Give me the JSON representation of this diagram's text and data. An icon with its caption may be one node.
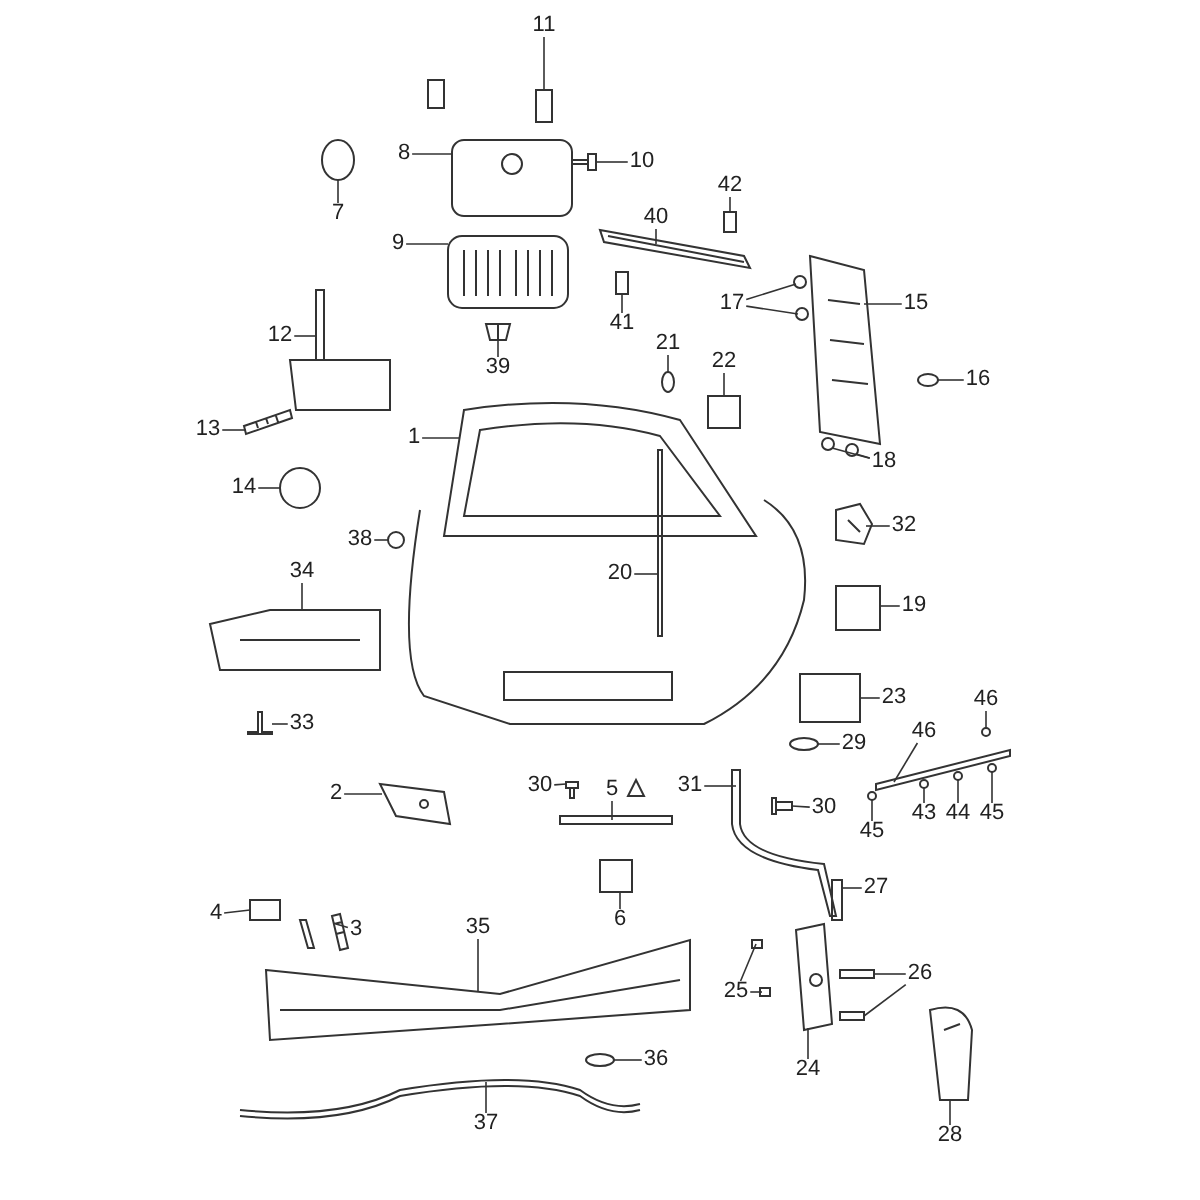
{
  "diagram": {
    "nodes": [
      {
        "text": [
          "11"
        ]
      },
      {
        "text": [
          "8"
        ]
      },
      {
        "text": [
          "10"
        ]
      },
      {
        "text": [
          "42"
        ]
      },
      {
        "text": [
          "7"
        ]
      },
      {
        "text": [
          "40"
        ]
      },
      {
        "text": [
          "9"
        ]
      },
      {
        "text": [
          "17"
        ]
      },
      {
        "text": [
          "15"
        ]
      },
      {
        "text": [
          "41"
        ]
      },
      {
        "text": [
          "12"
        ]
      },
      {
        "text": [
          "21"
        ]
      },
      {
        "text": [
          "22"
        ]
      },
      {
        "text": [
          "39"
        ]
      },
      {
        "text": [
          "16"
        ]
      },
      {
        "text": [
          "13"
        ]
      },
      {
        "text": [
          "1"
        ]
      },
      {
        "text": [
          "18"
        ]
      },
      {
        "text": [
          "14"
        ]
      },
      {
        "text": [
          "32"
        ]
      },
      {
        "text": [
          "38"
        ]
      },
      {
        "text": [
          "34"
        ]
      },
      {
        "text": [
          "20"
        ]
      },
      {
        "text": [
          "19"
        ]
      },
      {
        "text": [
          "23"
        ]
      },
      {
        "text": [
          "46"
        ]
      },
      {
        "text": [
          "33"
        ]
      },
      {
        "text": [
          "46"
        ]
      },
      {
        "text": [
          "29"
        ]
      },
      {
        "text": [
          "31"
        ]
      },
      {
        "text": [
          "30"
        ]
      },
      {
        "text": [
          "5"
        ]
      },
      {
        "text": [
          "2"
        ]
      },
      {
        "text": [
          "43"
        ]
      },
      {
        "text": [
          "44"
        ]
      },
      {
        "text": [
          "45"
        ]
      },
      {
        "text": [
          "30"
        ]
      },
      {
        "text": [
          "45"
        ]
      },
      {
        "text": [
          "27"
        ]
      },
      {
        "text": [
          "6"
        ]
      },
      {
        "text": [
          "4"
        ]
      },
      {
        "text": [
          "3"
        ]
      },
      {
        "text": [
          "35"
        ]
      },
      {
        "text": [
          "26"
        ]
      },
      {
        "text": [
          "25"
        ]
      },
      {
        "text": [
          "24"
        ]
      },
      {
        "text": [
          "36"
        ]
      },
      {
        "text": [
          "37"
        ]
      },
      {
        "text": [
          "28"
        ]
      },
      {
        "text": [],
        "shape": "box"
      },
      {
        "text": [],
        "shape": "picture"
      },
      {
        "text": [],
        "shape": "picture"
      },
      {
        "text": [],
        "shape": "box"
      },
      {
        "text": [],
        "shape": "circle"
      },
      {
        "text": [],
        "shape": "picture"
      },
      {
        "text": [],
        "shape": "picture"
      },
      {
        "text": [],
        "shape": "circle"
      },
      {
        "text": [],
        "shape": "picture"
      },
      {
        "text": [],
        "shape": "box"
      },
      {
        "text": [],
        "shape": "picture"
      },
      {
        "text": [],
        "shape": "circle"
      },
      {
        "text": [],
        "shape": "box"
      },
      {
        "text": [],
        "shape": "picture"
      },
      {
        "text": [],
        "shape": "circle"
      },
      {
        "text": [],
        "shape": "picture"
      },
      {
        "text": [],
        "shape": "picture"
      },
      {
        "text": [],
        "shape": "circle"
      },
      {
        "text": [],
        "shape": "circle"
      },
      {
        "text": [],
        "shape": "picture"
      },
      {
        "text": [],
        "shape": "circle"
      },
      {
        "text": [],
        "shape": "picture"
      },
      {
        "text": [],
        "shape": "box"
      },
      {
        "text": [],
        "shape": "box"
      },
      {
        "text": [],
        "shape": "box"
      },
      {
        "text": [],
        "shape": "circle"
      },
      {
        "text": [],
        "shape": "picture"
      },
      {
        "text": [],
        "shape": "picture"
      },
      {
        "text": [],
        "shape": "circle"
      },
      {
        "text": [],
        "shape": "picture"
      },
      {
        "text": [],
        "shape": "picture"
      },
      {
        "text": [],
        "shape": "box"
      },
      {
        "text": [],
        "shape": "picture"
      },
      {
        "text": [],
        "shape": "circle"
      },
      {
        "text": [],
        "shape": "circle"
      },
      {
        "text": [],
        "shape": "circle"
      },
      {
        "text": [],
        "shape": "picture"
      },
      {
        "text": [],
        "shape": "circle"
      },
      {
        "text": [],
        "shape": "box"
      },
      {
        "text": [],
        "shape": "box"
      },
      {
        "text": [],
        "shape": "box"
      },
      {
        "text": [],
        "shape": "picture"
      },
      {
        "text": [],
        "shape": "picture"
      },
      {
        "text": [],
        "shape": "box"
      },
      {
        "text": [],
        "shape": "box"
      },
      {
        "text": [],
        "shape": "picture"
      },
      {
        "text": [],
        "shape": "circle"
      },
      {
        "text": [],
        "shape": "picture"
      },
      {
        "text": [],
        "shape": "picture"
      },
      {
        "text": [],
        "shape": "circle"
      },
      {
        "text": [],
        "shape": "circle"
      },
      {
        "text": [],
        "shape": "box"
      },
      {
        "text": [],
        "shape": "box"
      }
    ],
    "edges": [
      {
        "from": 0,
        "to": 49,
        "arrow": "none"
      },
      {
        "from": 1,
        "to": 50,
        "arrow": "none"
      },
      {
        "from": 2,
        "to": 51,
        "arrow": "none"
      },
      {
        "from": 3,
        "to": 52,
        "arrow": "none"
      },
      {
        "from": 4,
        "to": 53,
        "arrow": "none"
      },
      {
        "from": 5,
        "to": 54,
        "arrow": "none"
      },
      {
        "from": 6,
        "to": 55,
        "arrow": "none"
      },
      {
        "from": 7,
        "to": 56,
        "arrow": "none"
      },
      {
        "from": 8,
        "to": 57,
        "arrow": "none"
      },
      {
        "from": 9,
        "to": 58,
        "arrow": "none"
      },
      {
        "from": 10,
        "to": 59,
        "arrow": "none"
      },
      {
        "from": 11,
        "to": 60,
        "arrow": "none"
      },
      {
        "from": 12,
        "to": 61,
        "arrow": "none"
      },
      {
        "from": 13,
        "to": 62,
        "arrow": "none"
      },
      {
        "from": 14,
        "to": 63,
        "arrow": "none"
      },
      {
        "from": 15,
        "to": 64,
        "arrow": "none"
      },
      {
        "from": 16,
        "to": 65,
        "arrow": "none"
      },
      {
        "from": 17,
        "to": 66,
        "arrow": "none"
      },
      {
        "from": 18,
        "to": 67,
        "arrow": "none"
      },
      {
        "from": 19,
        "to": 68,
        "arrow": "none"
      },
      {
        "from": 20,
        "to": 69,
        "arrow": "none"
      },
      {
        "from": 21,
        "to": 70,
        "arrow": "none"
      },
      {
        "from": 22,
        "to": 71,
        "arrow": "none"
      },
      {
        "from": 23,
        "to": 72,
        "arrow": "none"
      },
      {
        "from": 24,
        "to": 73,
        "arrow": "none"
      },
      {
        "from": 25,
        "to": 74,
        "arrow": "none"
      },
      {
        "from": 26,
        "to": 75,
        "arrow": "none"
      },
      {
        "from": 27,
        "to": 76,
        "arrow": "none"
      },
      {
        "from": 28,
        "to": 77,
        "arrow": "none"
      },
      {
        "from": 29,
        "to": 78,
        "arrow": "none"
      },
      {
        "from": 30,
        "to": 79,
        "arrow": "none"
      },
      {
        "from": 31,
        "to": 80,
        "arrow": "none"
      },
      {
        "from": 32,
        "to": 81,
        "arrow": "none"
      },
      {
        "from": 33,
        "to": 82,
        "arrow": "none"
      },
      {
        "from": 34,
        "to": 83,
        "arrow": "none"
      },
      {
        "from": 35,
        "to": 84,
        "arrow": "none"
      },
      {
        "from": 36,
        "to": 85,
        "arrow": "none"
      },
      {
        "from": 37,
        "to": 86,
        "arrow": "none"
      },
      {
        "from": 38,
        "to": 87,
        "arrow": "none"
      },
      {
        "from": 39,
        "to": 88,
        "arrow": "none"
      },
      {
        "from": 40,
        "to": 89,
        "arrow": "none"
      },
      {
        "from": 41,
        "to": 90,
        "arrow": "none"
      },
      {
        "from": 42,
        "to": 91,
        "arrow": "none"
      },
      {
        "from": 43,
        "to": 92,
        "arrow": "none"
      },
      {
        "from": 44,
        "to": 93,
        "arrow": "none"
      },
      {
        "from": 45,
        "to": 94,
        "arrow": "none"
      },
      {
        "from": 46,
        "to": 95,
        "arrow": "none"
      },
      {
        "from": 47,
        "to": 96,
        "arrow": "none"
      },
      {
        "from": 48,
        "to": 97,
        "arrow": "none"
      },
      {
        "from": 7,
        "to": 98,
        "arrow": "none"
      },
      {
        "from": 17,
        "to": 99,
        "arrow": "none"
      },
      {
        "from": 43,
        "to": 100,
        "arrow": "none"
      },
      {
        "from": 44,
        "to": 101,
        "arrow": "none"
      }
    ]
  }
}
